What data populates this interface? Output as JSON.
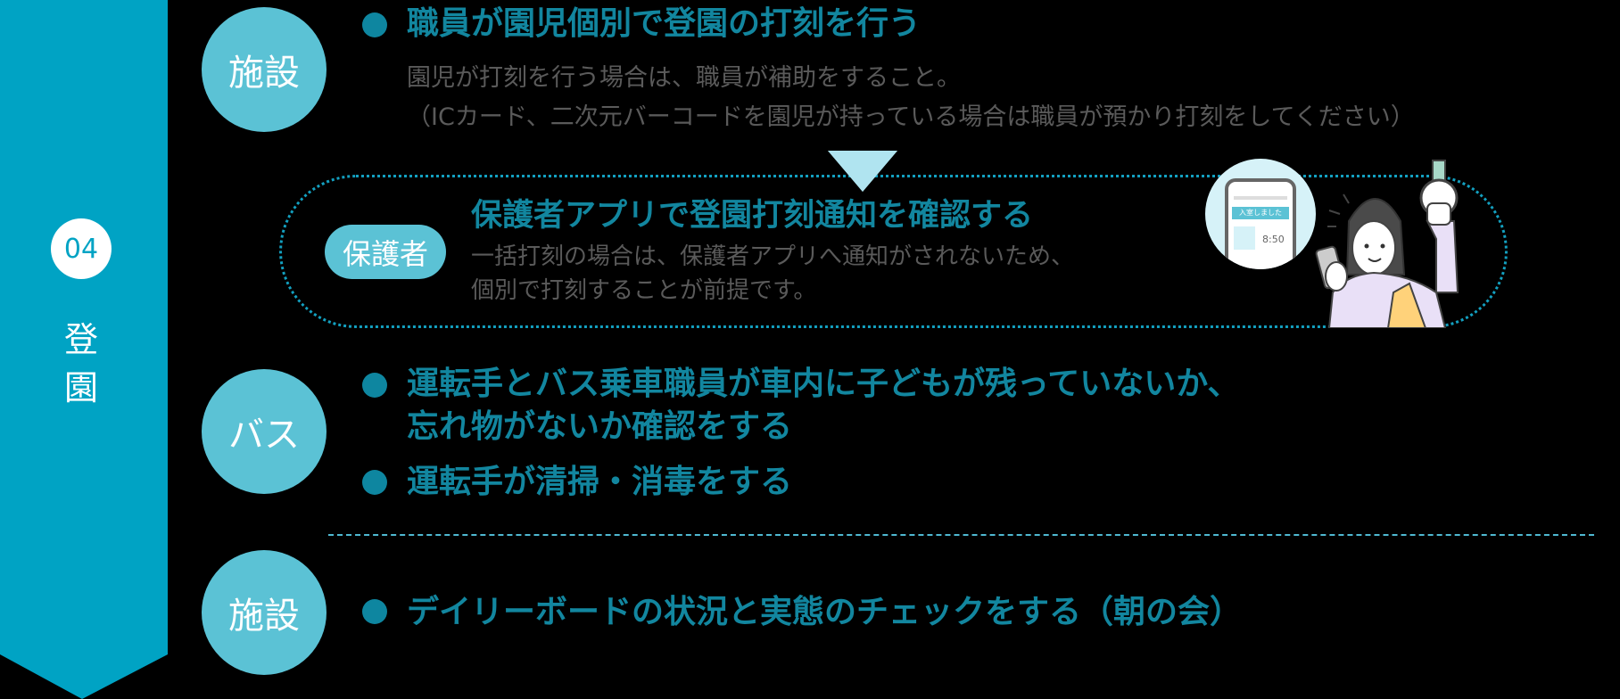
{
  "sidebar": {
    "step_number": "04",
    "label_chars": [
      "登",
      "園"
    ],
    "color": "#00A3C4"
  },
  "sections": [
    {
      "actor": "施設",
      "bullets": [
        {
          "text": "職員が園児個別で登園の打刻を行う",
          "details": [
            "園児が打刻を行う場合は、職員が補助をすること。",
            "（ICカード、二次元バーコードを園児が持っている場合は職員が預かり打刻をしてください）"
          ]
        }
      ]
    },
    {
      "actor": "保護者",
      "title": "保護者アプリで登園打刻通知を確認する",
      "details": [
        "一括打刻の場合は、保護者アプリへ通知がされないため、",
        "個別で打刻することが前提です。"
      ],
      "illustration": {
        "phone_banner": "入室しました",
        "phone_time": "8:50"
      }
    },
    {
      "actor": "バス",
      "bullets": [
        {
          "lines": [
            "運転手とバス乗車職員が車内に子どもが残っていないか、",
            "忘れ物がないか確認をする"
          ]
        },
        {
          "lines": [
            "運転手が清掃・消毒をする"
          ]
        }
      ]
    },
    {
      "actor": "施設",
      "bullets": [
        {
          "text": "デイリーボードの状況と実態のチェックをする（朝の会）"
        }
      ]
    }
  ],
  "colors": {
    "actor_circle": "#5BC2D5",
    "bullet_text": "#12869F",
    "detail_text": "#5A5A5A",
    "arrow": "#B0E4F0"
  }
}
